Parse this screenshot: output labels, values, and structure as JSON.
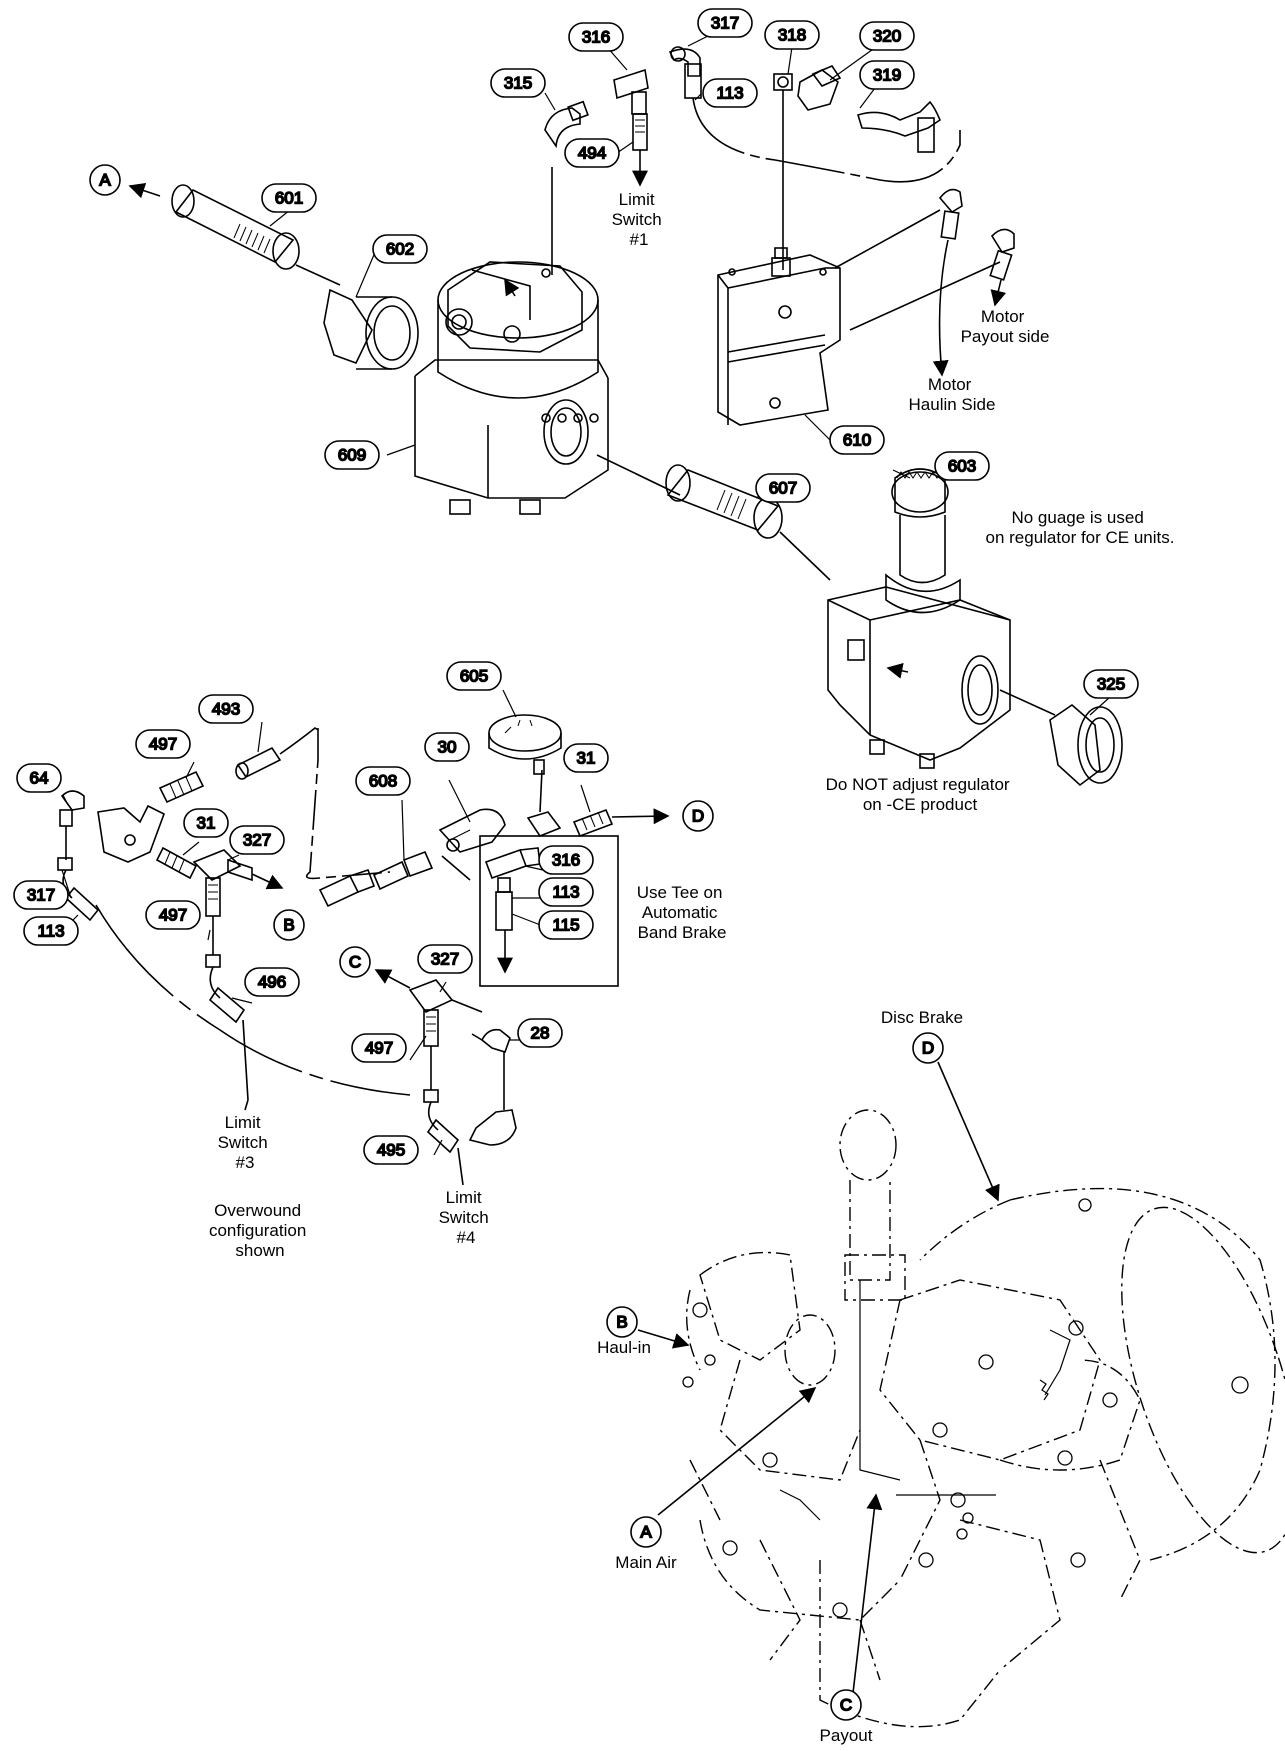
{
  "callouts": {
    "c315": "315",
    "c316a": "316",
    "c317a": "317",
    "c318": "318",
    "c320": "320",
    "c319": "319",
    "c113a": "113",
    "c494": "494",
    "c601": "601",
    "c602": "602",
    "c609": "609",
    "c610": "610",
    "c603": "603",
    "c607": "607",
    "c605": "605",
    "c493": "493",
    "c497a": "497",
    "c64": "64",
    "c31a": "31",
    "c327a": "327",
    "c317b": "317",
    "c113b": "113",
    "c497b": "497",
    "c496": "496",
    "c608": "608",
    "c30": "30",
    "c31b": "31",
    "c316b": "316",
    "c113c": "113",
    "c115": "115",
    "c327b": "327",
    "c497c": "497",
    "c28": "28",
    "c495": "495",
    "c325": "325"
  },
  "connectors": {
    "A_top": "A",
    "B_left": "B",
    "C_left": "C",
    "D_mid": "D",
    "D_disc": "D",
    "B_haulin": "B",
    "A_mainair": "A",
    "C_payout": "C"
  },
  "notes": {
    "limit1": [
      "Limit",
      "Switch",
      "#1"
    ],
    "motor_payout": [
      "Motor",
      "Payout side"
    ],
    "motor_haulin": [
      "Motor",
      "Haulin Side"
    ],
    "no_gauge": [
      "No guage is used",
      "on regulator for CE units."
    ],
    "do_not_adjust": [
      "Do NOT adjust regulator",
      "on -CE product"
    ],
    "use_tee": [
      "Use Tee on",
      "Automatic",
      "Band Brake"
    ],
    "limit3": [
      "Limit",
      "Switch",
      "#3"
    ],
    "limit4": [
      "Limit",
      "Switch",
      "#4"
    ],
    "overwound": [
      "Overwound",
      "configuration",
      "shown"
    ],
    "disc_brake": "Disc Brake",
    "haul_in": "Haul-in",
    "main_air": "Main Air",
    "payout": "Payout"
  }
}
